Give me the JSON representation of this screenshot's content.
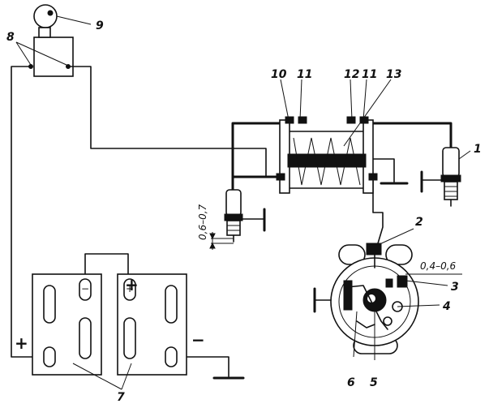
{
  "callouts": {
    "n1": "1",
    "n2": "2",
    "n3": "3",
    "n4": "4",
    "n5": "5",
    "n6": "6",
    "n7": "7",
    "n8": "8",
    "n9": "9",
    "n10": "10",
    "n11a": "11",
    "n11b": "11",
    "n12": "12",
    "n13": "13"
  },
  "dimensions": {
    "plug_gap": "0,6–0,7",
    "contact_gap": "0,4–0,6"
  },
  "battery": {
    "plus_cell_left": "+",
    "plus_cell_right": "+",
    "minus_cell_left": "−",
    "plus_terminal": "+",
    "minus_terminal": "−"
  },
  "colors": {
    "ink": "#111111",
    "background": "#ffffff"
  }
}
